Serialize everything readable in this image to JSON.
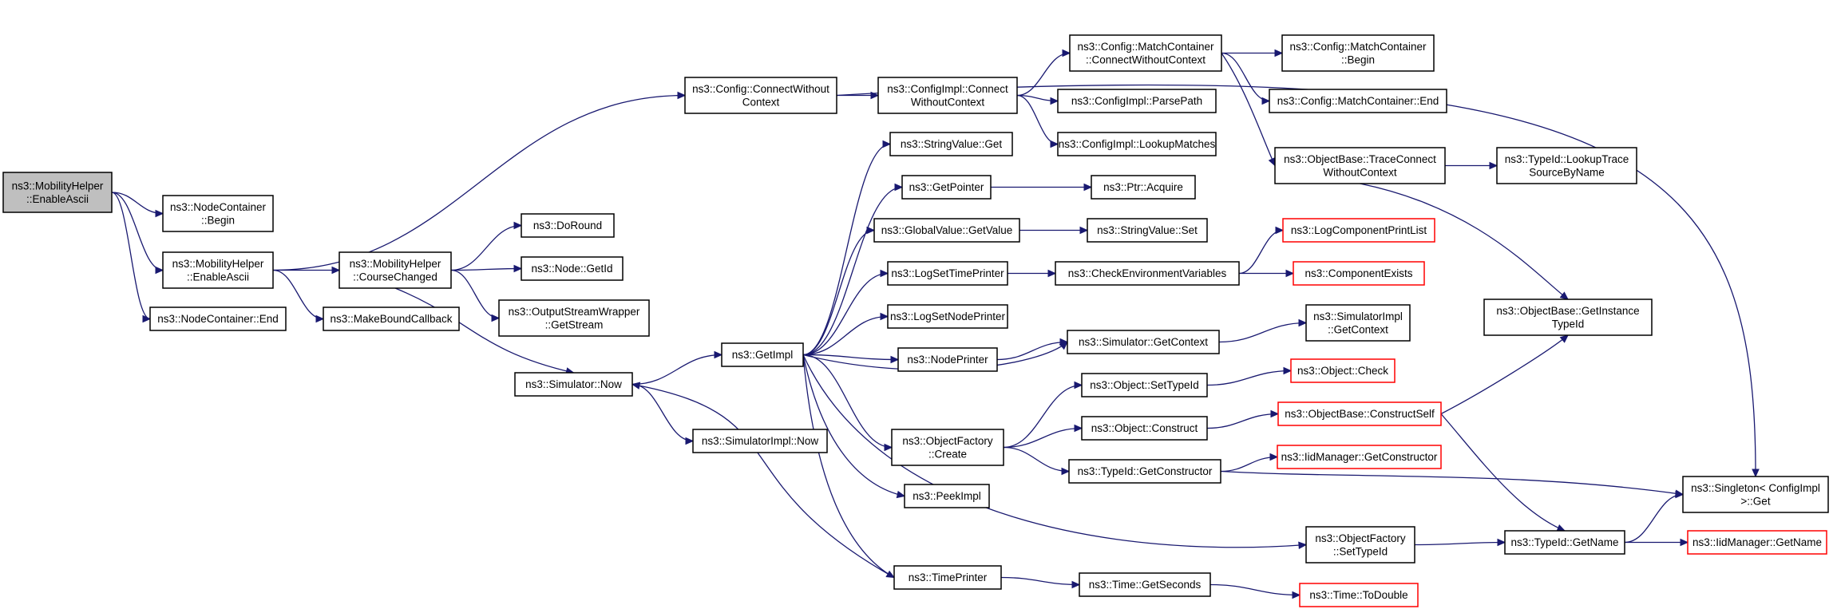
{
  "nodes": [
    {
      "id": "n0",
      "lines": [
        "ns3::MobilityHelper",
        "::EnableAscii"
      ],
      "style": "root"
    },
    {
      "id": "n1",
      "lines": [
        "ns3::NodeContainer",
        "::Begin"
      ]
    },
    {
      "id": "n2",
      "lines": [
        "ns3::MobilityHelper",
        "::EnableAscii"
      ]
    },
    {
      "id": "n3",
      "lines": [
        "ns3::NodeContainer::End"
      ]
    },
    {
      "id": "n4",
      "lines": [
        "ns3::Config::ConnectWithout",
        "Context"
      ]
    },
    {
      "id": "n5",
      "lines": [
        "ns3::MobilityHelper",
        "::CourseChanged"
      ]
    },
    {
      "id": "n6",
      "lines": [
        "ns3::MakeBoundCallback"
      ]
    },
    {
      "id": "n7",
      "lines": [
        "ns3::DoRound"
      ]
    },
    {
      "id": "n8",
      "lines": [
        "ns3::Node::GetId"
      ]
    },
    {
      "id": "n9",
      "lines": [
        "ns3::OutputStreamWrapper",
        "::GetStream"
      ]
    },
    {
      "id": "n10",
      "lines": [
        "ns3::Simulator::Now"
      ]
    },
    {
      "id": "n11",
      "lines": [
        "ns3::GetImpl"
      ]
    },
    {
      "id": "n12",
      "lines": [
        "ns3::SimulatorImpl::Now"
      ]
    },
    {
      "id": "n13",
      "lines": [
        "ns3::ConfigImpl::Connect",
        "WithoutContext"
      ]
    },
    {
      "id": "n14",
      "lines": [
        "ns3::StringValue::Get"
      ]
    },
    {
      "id": "n15",
      "lines": [
        "ns3::GetPointer"
      ]
    },
    {
      "id": "n16",
      "lines": [
        "ns3::GlobalValue::GetValue"
      ]
    },
    {
      "id": "n17",
      "lines": [
        "ns3::LogSetTimePrinter"
      ]
    },
    {
      "id": "n18",
      "lines": [
        "ns3::LogSetNodePrinter"
      ]
    },
    {
      "id": "n19",
      "lines": [
        "ns3::NodePrinter"
      ]
    },
    {
      "id": "n20",
      "lines": [
        "ns3::ObjectFactory",
        "::Create"
      ]
    },
    {
      "id": "n21",
      "lines": [
        "ns3::PeekImpl"
      ]
    },
    {
      "id": "n22",
      "lines": [
        "ns3::TimePrinter"
      ]
    },
    {
      "id": "n23",
      "lines": [
        "ns3::Config::MatchContainer",
        "::ConnectWithoutContext"
      ]
    },
    {
      "id": "n24",
      "lines": [
        "ns3::ConfigImpl::ParsePath"
      ]
    },
    {
      "id": "n25",
      "lines": [
        "ns3::ConfigImpl::LookupMatches"
      ]
    },
    {
      "id": "n26",
      "lines": [
        "ns3::Ptr::Acquire"
      ]
    },
    {
      "id": "n27",
      "lines": [
        "ns3::StringValue::Set"
      ]
    },
    {
      "id": "n28",
      "lines": [
        "ns3::CheckEnvironmentVariables"
      ]
    },
    {
      "id": "n29",
      "lines": [
        "ns3::Simulator::GetContext"
      ]
    },
    {
      "id": "n30",
      "lines": [
        "ns3::Object::SetTypeId"
      ]
    },
    {
      "id": "n31",
      "lines": [
        "ns3::Object::Construct"
      ]
    },
    {
      "id": "n32",
      "lines": [
        "ns3::TypeId::GetConstructor"
      ]
    },
    {
      "id": "n33",
      "lines": [
        "ns3::ObjectFactory",
        "::SetTypeId"
      ]
    },
    {
      "id": "n34",
      "lines": [
        "ns3::Time::GetSeconds"
      ]
    },
    {
      "id": "n35",
      "lines": [
        "ns3::Config::MatchContainer",
        "::Begin"
      ]
    },
    {
      "id": "n36",
      "lines": [
        "ns3::Config::MatchContainer::End"
      ]
    },
    {
      "id": "n37",
      "lines": [
        "ns3::ObjectBase::TraceConnect",
        "WithoutContext"
      ]
    },
    {
      "id": "n38",
      "lines": [
        "ns3::LogComponentPrintList"
      ],
      "style": "trunc"
    },
    {
      "id": "n39",
      "lines": [
        "ns3::ComponentExists"
      ],
      "style": "trunc"
    },
    {
      "id": "n40",
      "lines": [
        "ns3::SimulatorImpl",
        "::GetContext"
      ]
    },
    {
      "id": "n41",
      "lines": [
        "ns3::Object::Check"
      ],
      "style": "trunc"
    },
    {
      "id": "n42",
      "lines": [
        "ns3::ObjectBase::ConstructSelf"
      ],
      "style": "trunc"
    },
    {
      "id": "n43",
      "lines": [
        "ns3::IidManager::GetConstructor"
      ],
      "style": "trunc"
    },
    {
      "id": "n44",
      "lines": [
        "ns3::TypeId::GetName"
      ]
    },
    {
      "id": "n45",
      "lines": [
        "ns3::Time::ToDouble"
      ],
      "style": "trunc"
    },
    {
      "id": "n46",
      "lines": [
        "ns3::TypeId::LookupTrace",
        "SourceByName"
      ]
    },
    {
      "id": "n47",
      "lines": [
        "ns3::ObjectBase::GetInstance",
        "TypeId"
      ]
    },
    {
      "id": "n48",
      "lines": [
        "ns3::Singleton< ConfigImpl",
        " >::Get"
      ]
    },
    {
      "id": "n49",
      "lines": [
        "ns3::IidManager::GetName"
      ],
      "style": "trunc"
    }
  ],
  "edges": [
    [
      "n0",
      "n1"
    ],
    [
      "n0",
      "n2"
    ],
    [
      "n0",
      "n3"
    ],
    [
      "n2",
      "n4"
    ],
    [
      "n2",
      "n5"
    ],
    [
      "n2",
      "n6"
    ],
    [
      "n4",
      "n13"
    ],
    [
      "n4",
      "n48"
    ],
    [
      "n5",
      "n7"
    ],
    [
      "n5",
      "n8"
    ],
    [
      "n5",
      "n9"
    ],
    [
      "n5",
      "n10"
    ],
    [
      "n10",
      "n11"
    ],
    [
      "n10",
      "n12"
    ],
    [
      "n11",
      "n14"
    ],
    [
      "n11",
      "n15"
    ],
    [
      "n11",
      "n16"
    ],
    [
      "n11",
      "n17"
    ],
    [
      "n11",
      "n18"
    ],
    [
      "n11",
      "n19"
    ],
    [
      "n11",
      "n20"
    ],
    [
      "n11",
      "n21"
    ],
    [
      "n11",
      "n22"
    ],
    [
      "n11",
      "n29"
    ],
    [
      "n11",
      "n33"
    ],
    [
      "n22",
      "n10"
    ],
    [
      "n13",
      "n23"
    ],
    [
      "n13",
      "n24"
    ],
    [
      "n13",
      "n25"
    ],
    [
      "n15",
      "n26"
    ],
    [
      "n16",
      "n27"
    ],
    [
      "n17",
      "n28"
    ],
    [
      "n19",
      "n29"
    ],
    [
      "n20",
      "n30"
    ],
    [
      "n20",
      "n31"
    ],
    [
      "n20",
      "n32"
    ],
    [
      "n22",
      "n34"
    ],
    [
      "n23",
      "n35"
    ],
    [
      "n23",
      "n36"
    ],
    [
      "n23",
      "n37"
    ],
    [
      "n28",
      "n38"
    ],
    [
      "n28",
      "n39"
    ],
    [
      "n29",
      "n40"
    ],
    [
      "n30",
      "n41"
    ],
    [
      "n31",
      "n42"
    ],
    [
      "n32",
      "n43"
    ],
    [
      "n32",
      "n48"
    ],
    [
      "n33",
      "n44"
    ],
    [
      "n34",
      "n45"
    ],
    [
      "n37",
      "n46"
    ],
    [
      "n37",
      "n47"
    ],
    [
      "n42",
      "n47"
    ],
    [
      "n42",
      "n44"
    ],
    [
      "n44",
      "n48"
    ],
    [
      "n44",
      "n49"
    ]
  ]
}
